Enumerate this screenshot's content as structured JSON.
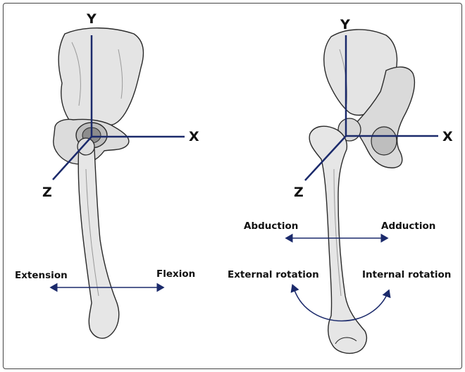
{
  "colors": {
    "axis": "#1b2a6b",
    "bone_fill": "#e4e4e4",
    "bone_stroke": "#2a2a2a",
    "bone_shade": "#9a9a9a"
  },
  "left_figure": {
    "axis_labels": {
      "y": "Y",
      "x": "X",
      "z": "Z"
    },
    "motions": {
      "extension": "Extension",
      "flexion": "Flexion"
    }
  },
  "right_figure": {
    "axis_labels": {
      "y": "Y",
      "x": "X",
      "z": "Z"
    },
    "motions": {
      "abduction": "Abduction",
      "adduction": "Adduction",
      "external_rotation": "External rotation",
      "internal_rotation": "Internal rotation"
    }
  }
}
